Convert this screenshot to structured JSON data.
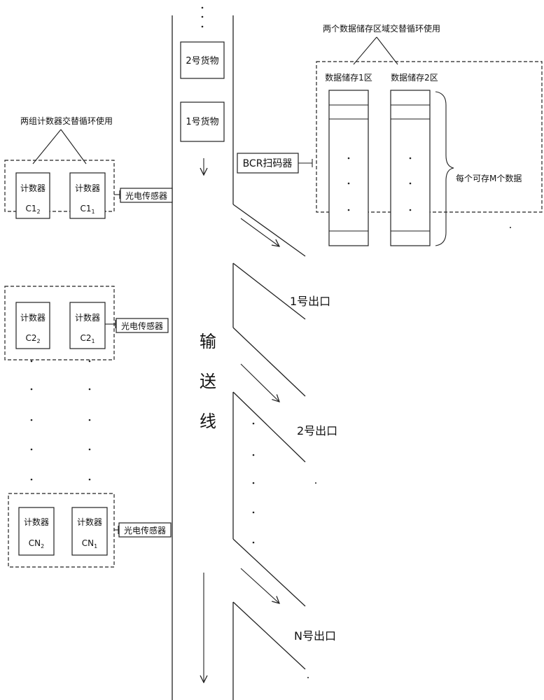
{
  "diagram": {
    "conveyor": {
      "label_chars": [
        "输",
        "送",
        "线"
      ]
    },
    "goods": [
      {
        "label": "2号货物"
      },
      {
        "label": "1号货物"
      }
    ],
    "scanner": {
      "label": "BCR扫码器"
    },
    "storage": {
      "caption": "两个数据储存区域交替循环使用",
      "zone1_label": "数据储存1区",
      "zone2_label": "数据储存2区",
      "capacity_note": "每个可存M个数据"
    },
    "counter_groups": {
      "caption": "两组计数器交替循环使用",
      "counter_label": "计数器",
      "sensor_label": "光电传感器",
      "groups": [
        {
          "left_prefix": "C1",
          "left_sub": "2",
          "right_prefix": "C1",
          "right_sub": "1"
        },
        {
          "left_prefix": "C2",
          "left_sub": "2",
          "right_prefix": "C2",
          "right_sub": "1"
        },
        {
          "left_prefix": "CN",
          "left_sub": "2",
          "right_prefix": "CN",
          "right_sub": "1"
        }
      ]
    },
    "exits": [
      {
        "label": "1号出口"
      },
      {
        "label": "2号出口"
      },
      {
        "label": "N号出口"
      }
    ]
  }
}
